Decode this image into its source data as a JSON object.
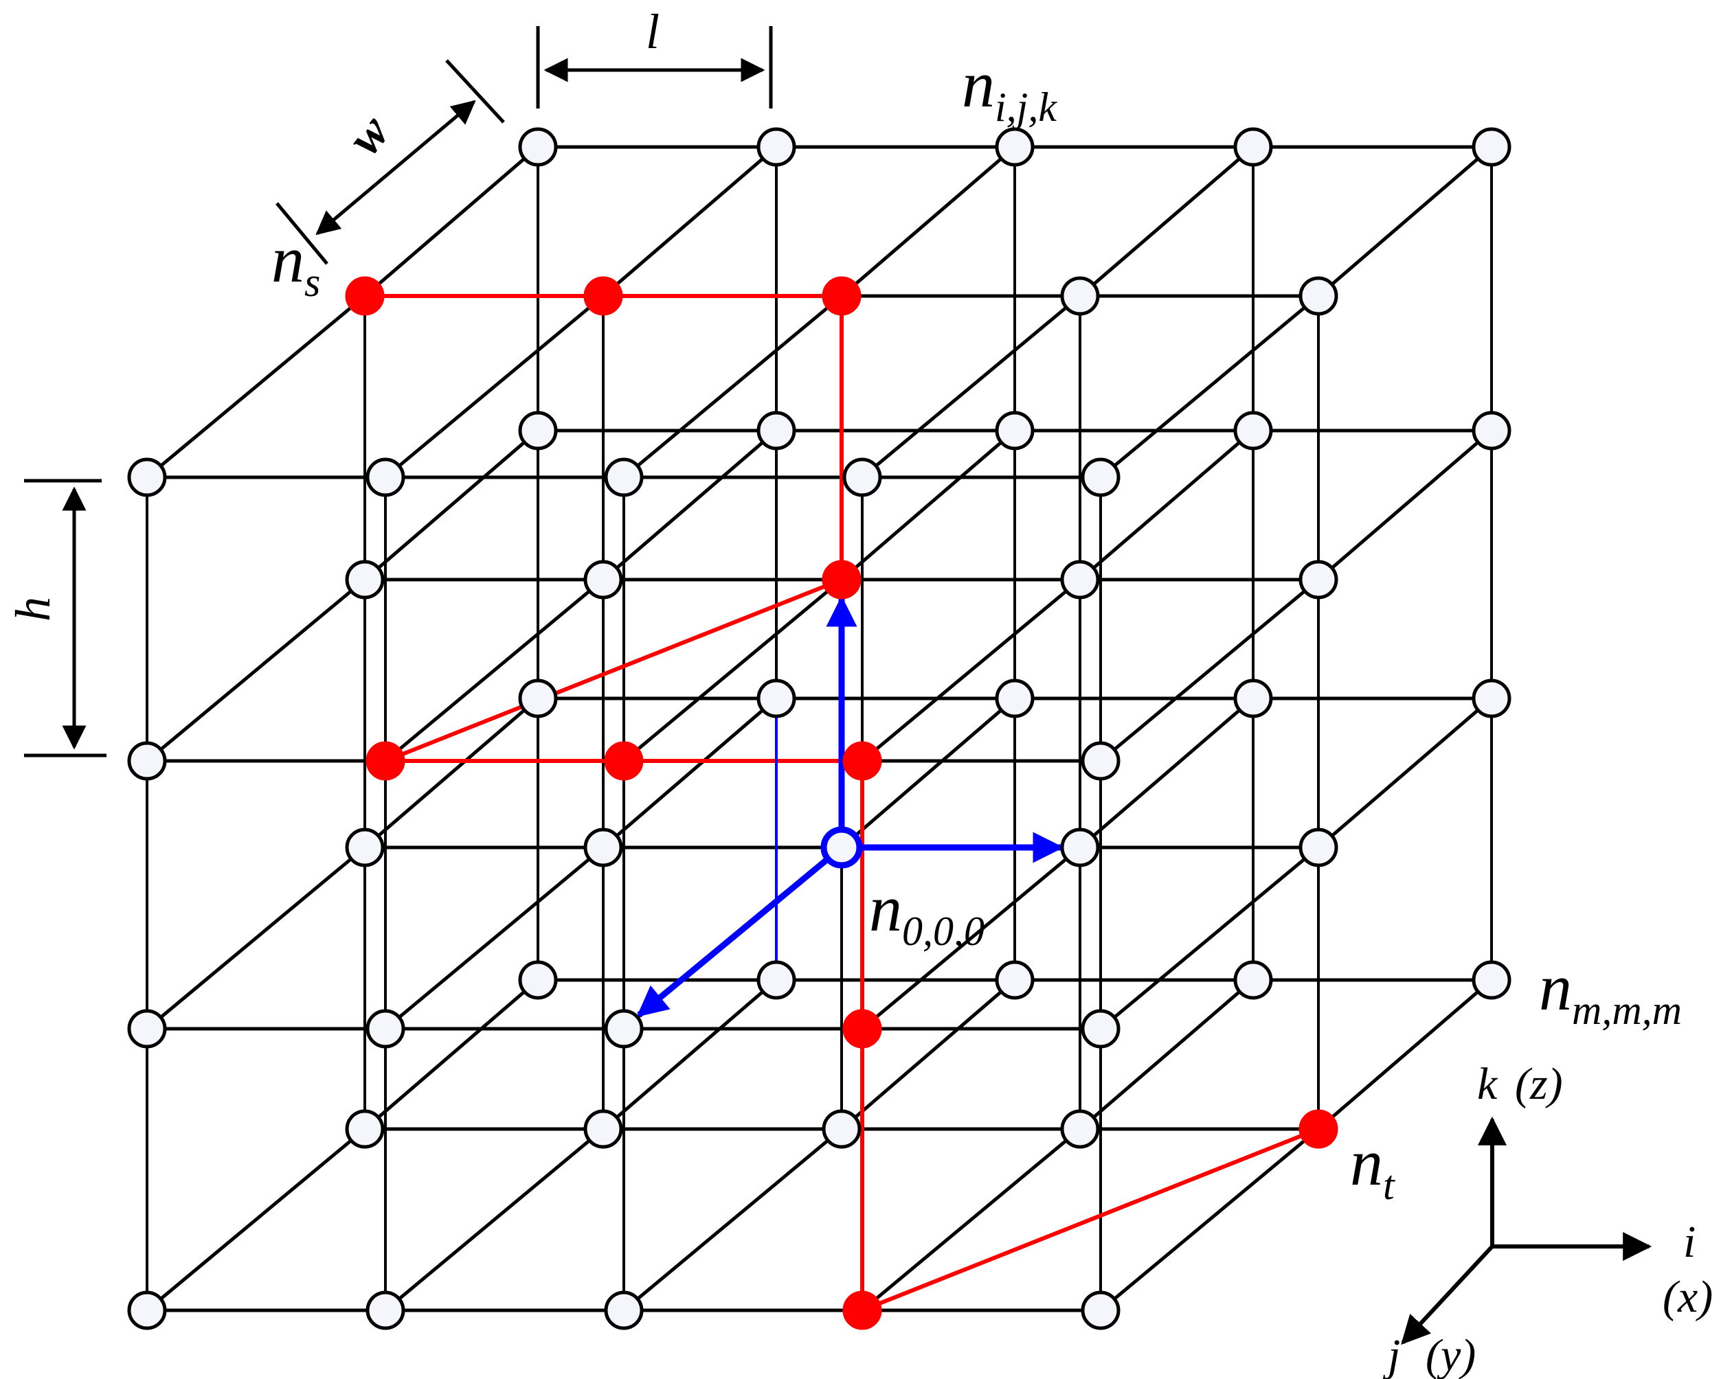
{
  "diagram": {
    "title": "3D lattice grid of nodes with path from n_s to n_t",
    "grid": {
      "layers_j": 3,
      "columns_i": 5,
      "rows_k": 4,
      "node_fill": "#f4f6fb",
      "edge_color": "#000000"
    },
    "colors": {
      "path": "#ff0000",
      "neighbor_arrows": "#0000ff",
      "edges": "#000000"
    },
    "labels": {
      "n_ijk": {
        "base": "n",
        "sub": "i,j,k"
      },
      "n_s": {
        "base": "n",
        "sub": "s"
      },
      "n_000": {
        "base": "n",
        "sub": "0,0,0"
      },
      "n_mmm": {
        "base": "n",
        "sub": "m,m,m"
      },
      "n_t": {
        "base": "n",
        "sub": "t"
      }
    },
    "dimensions": {
      "length": "l",
      "width": "w",
      "height": "h"
    },
    "axes": {
      "k_label": "k",
      "k_paren": "(z)",
      "i_label": "i",
      "i_paren": "(x)",
      "j_label": "j",
      "j_paren": "(y)"
    }
  }
}
